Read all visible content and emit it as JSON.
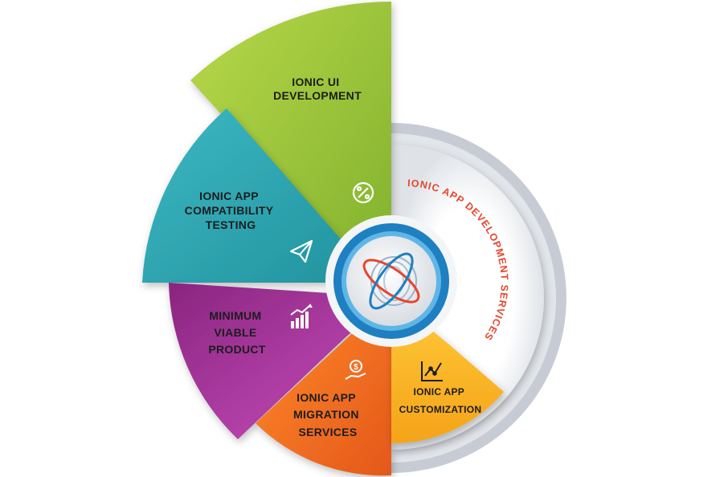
{
  "diagram": {
    "center_title": "IONIC APP DEVELOPMENT SERVICES",
    "segments": [
      {
        "id": "ui",
        "lines": [
          "IONIC UI",
          "DEVELOPMENT"
        ],
        "icon": "percent-icon"
      },
      {
        "id": "testing",
        "lines": [
          "IONIC APP",
          "COMPATIBILITY",
          "TESTING"
        ],
        "icon": "paper-plane-icon"
      },
      {
        "id": "mvp",
        "lines": [
          "MINIMUM",
          "VIABLE",
          "PRODUCT"
        ],
        "icon": "growth-chart-icon"
      },
      {
        "id": "migration",
        "lines": [
          "IONIC APP",
          "MIGRATION",
          "SERVICES"
        ],
        "icon": "money-hand-icon"
      },
      {
        "id": "custom",
        "lines": [
          "IONIC APP",
          "CUSTOMIZATION"
        ],
        "icon": "line-chart-icon"
      }
    ],
    "colors": {
      "ui": "#9cc53a",
      "testing": "#2aa3b0",
      "mvp": "#a52f9a",
      "migration": "#f06a1e",
      "custom": "#f7b524",
      "title": "#e8452c",
      "hub": "#1e7fc1"
    }
  }
}
